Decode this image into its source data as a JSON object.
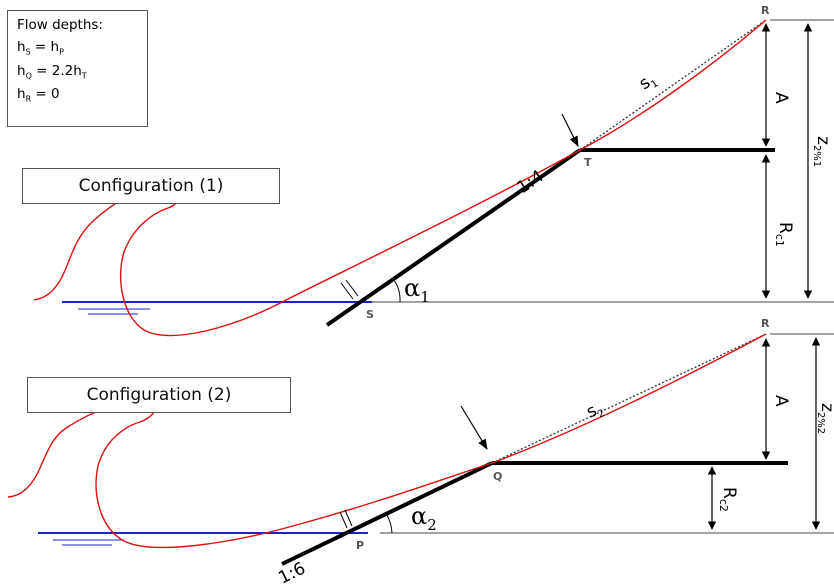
{
  "legend": {
    "title": "Flow depths:",
    "lines": [
      {
        "h": "h",
        "sub": "S",
        "rhs": " = h",
        "rhs_sub": "P",
        "tail": ""
      },
      {
        "h": "h",
        "sub": "Q",
        "rhs": " = 2.2h",
        "rhs_sub": "T",
        "tail": ""
      },
      {
        "h": "h",
        "sub": "R",
        "rhs": " = 0",
        "rhs_sub": "",
        "tail": ""
      }
    ]
  },
  "configs": [
    {
      "title": "Configuration (1)",
      "points": {
        "top": "R",
        "crest": "T",
        "toe": "S"
      },
      "slope": "1:4",
      "angle": "α",
      "angle_sub": "1",
      "runup_label": "s",
      "runup_sub": "1",
      "freeboard_label": "A",
      "crest_label": "R",
      "crest_sub": "c1",
      "total_label": "z",
      "total_sub": "2%1"
    },
    {
      "title": "Configuration (2)",
      "points": {
        "top": "R",
        "crest": "Q",
        "toe": "P"
      },
      "slope": "1:6",
      "angle": "α",
      "angle_sub": "2",
      "runup_label": "s",
      "runup_sub": "2",
      "freeboard_label": "A",
      "crest_label": "R",
      "crest_sub": "c2",
      "total_label": "z",
      "total_sub": "2%2"
    }
  ],
  "colors": {
    "water": "#1a22cc",
    "runup": "#dd1111",
    "structure": "#000000",
    "guide": "#444444"
  }
}
